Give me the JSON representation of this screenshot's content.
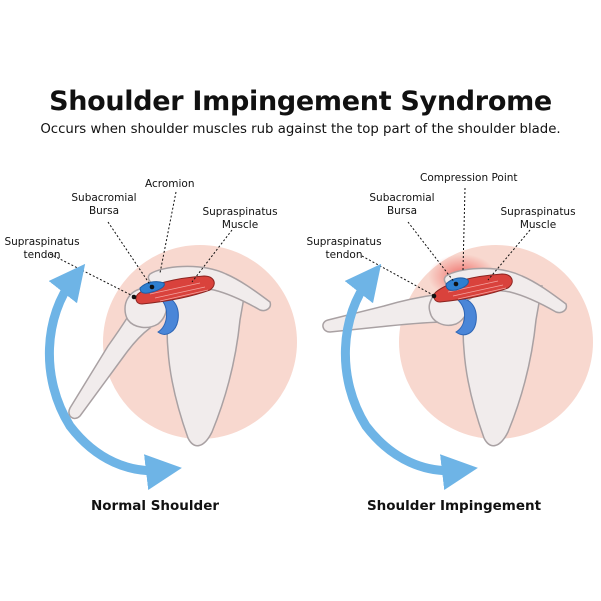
{
  "title": "Shoulder Impingement Syndrome",
  "subtitle": "Occurs when shoulder muscles rub against the top part of the shoulder blade.",
  "left": {
    "caption": "Normal Shoulder",
    "labels": {
      "acromion": "Acromion",
      "bursa_l1": "Subacromial",
      "bursa_l2": "Bursa",
      "muscle_l1": "Supraspinatus",
      "muscle_l2": "Muscle",
      "tendon_l1": "Supraspinatus",
      "tendon_l2": "tendon"
    }
  },
  "right": {
    "caption": "Shoulder Impingement",
    "labels": {
      "compression": "Compression Point",
      "bursa_l1": "Subacromial",
      "bursa_l2": "Bursa",
      "muscle_l1": "Supraspinatus",
      "muscle_l2": "Muscle",
      "tendon_l1": "Supraspinatus",
      "tendon_l2": "tendon"
    }
  },
  "colors": {
    "background_circle": "#f8d8cf",
    "bone_fill": "#f1ecec",
    "bone_stroke": "#a9a1a3",
    "muscle": "#d9423c",
    "bursa": "#2f7fd0",
    "cartilage": "#4a86d8",
    "arrow": "#6eb4e6",
    "inflammation": "#ee5a55"
  }
}
